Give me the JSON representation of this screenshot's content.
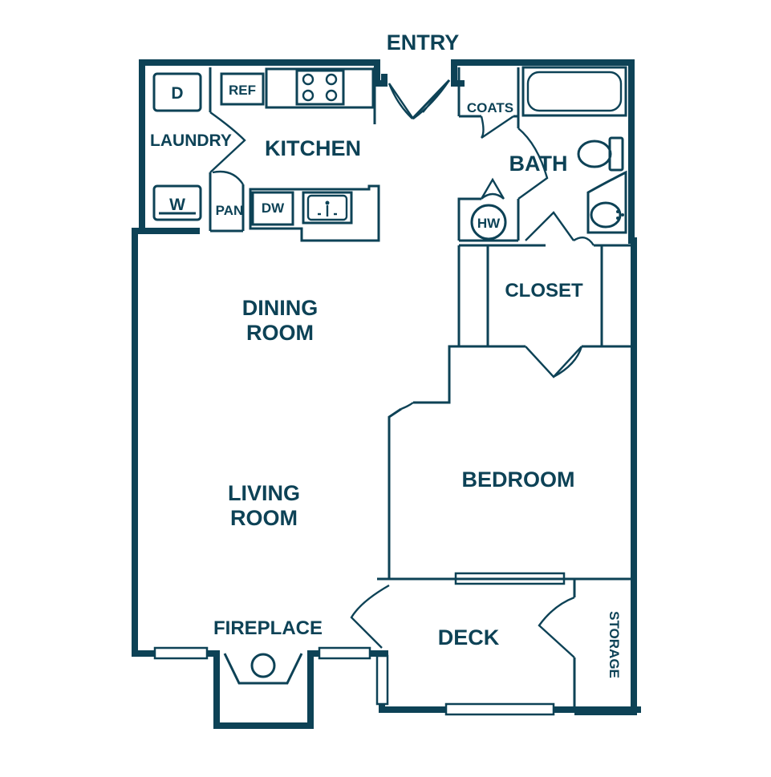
{
  "colors": {
    "ink": "#0d4256",
    "background": "#ffffff"
  },
  "labels": {
    "entry": "ENTRY",
    "kitchen": "KITCHEN",
    "laundry": "LAUNDRY",
    "dryer": "D",
    "washer": "W",
    "refrigerator": "REF",
    "pantry": "PAN",
    "dishwasher": "DW",
    "coats": "COATS",
    "bath": "BATH",
    "water_heater": "HW",
    "closet": "CLOSET",
    "dining_line1": "DINING",
    "dining_line2": "ROOM",
    "living_line1": "LIVING",
    "living_line2": "ROOM",
    "bedroom": "BEDROOM",
    "fireplace": "FIREPLACE",
    "deck": "DECK",
    "storage": "STORAGE"
  }
}
